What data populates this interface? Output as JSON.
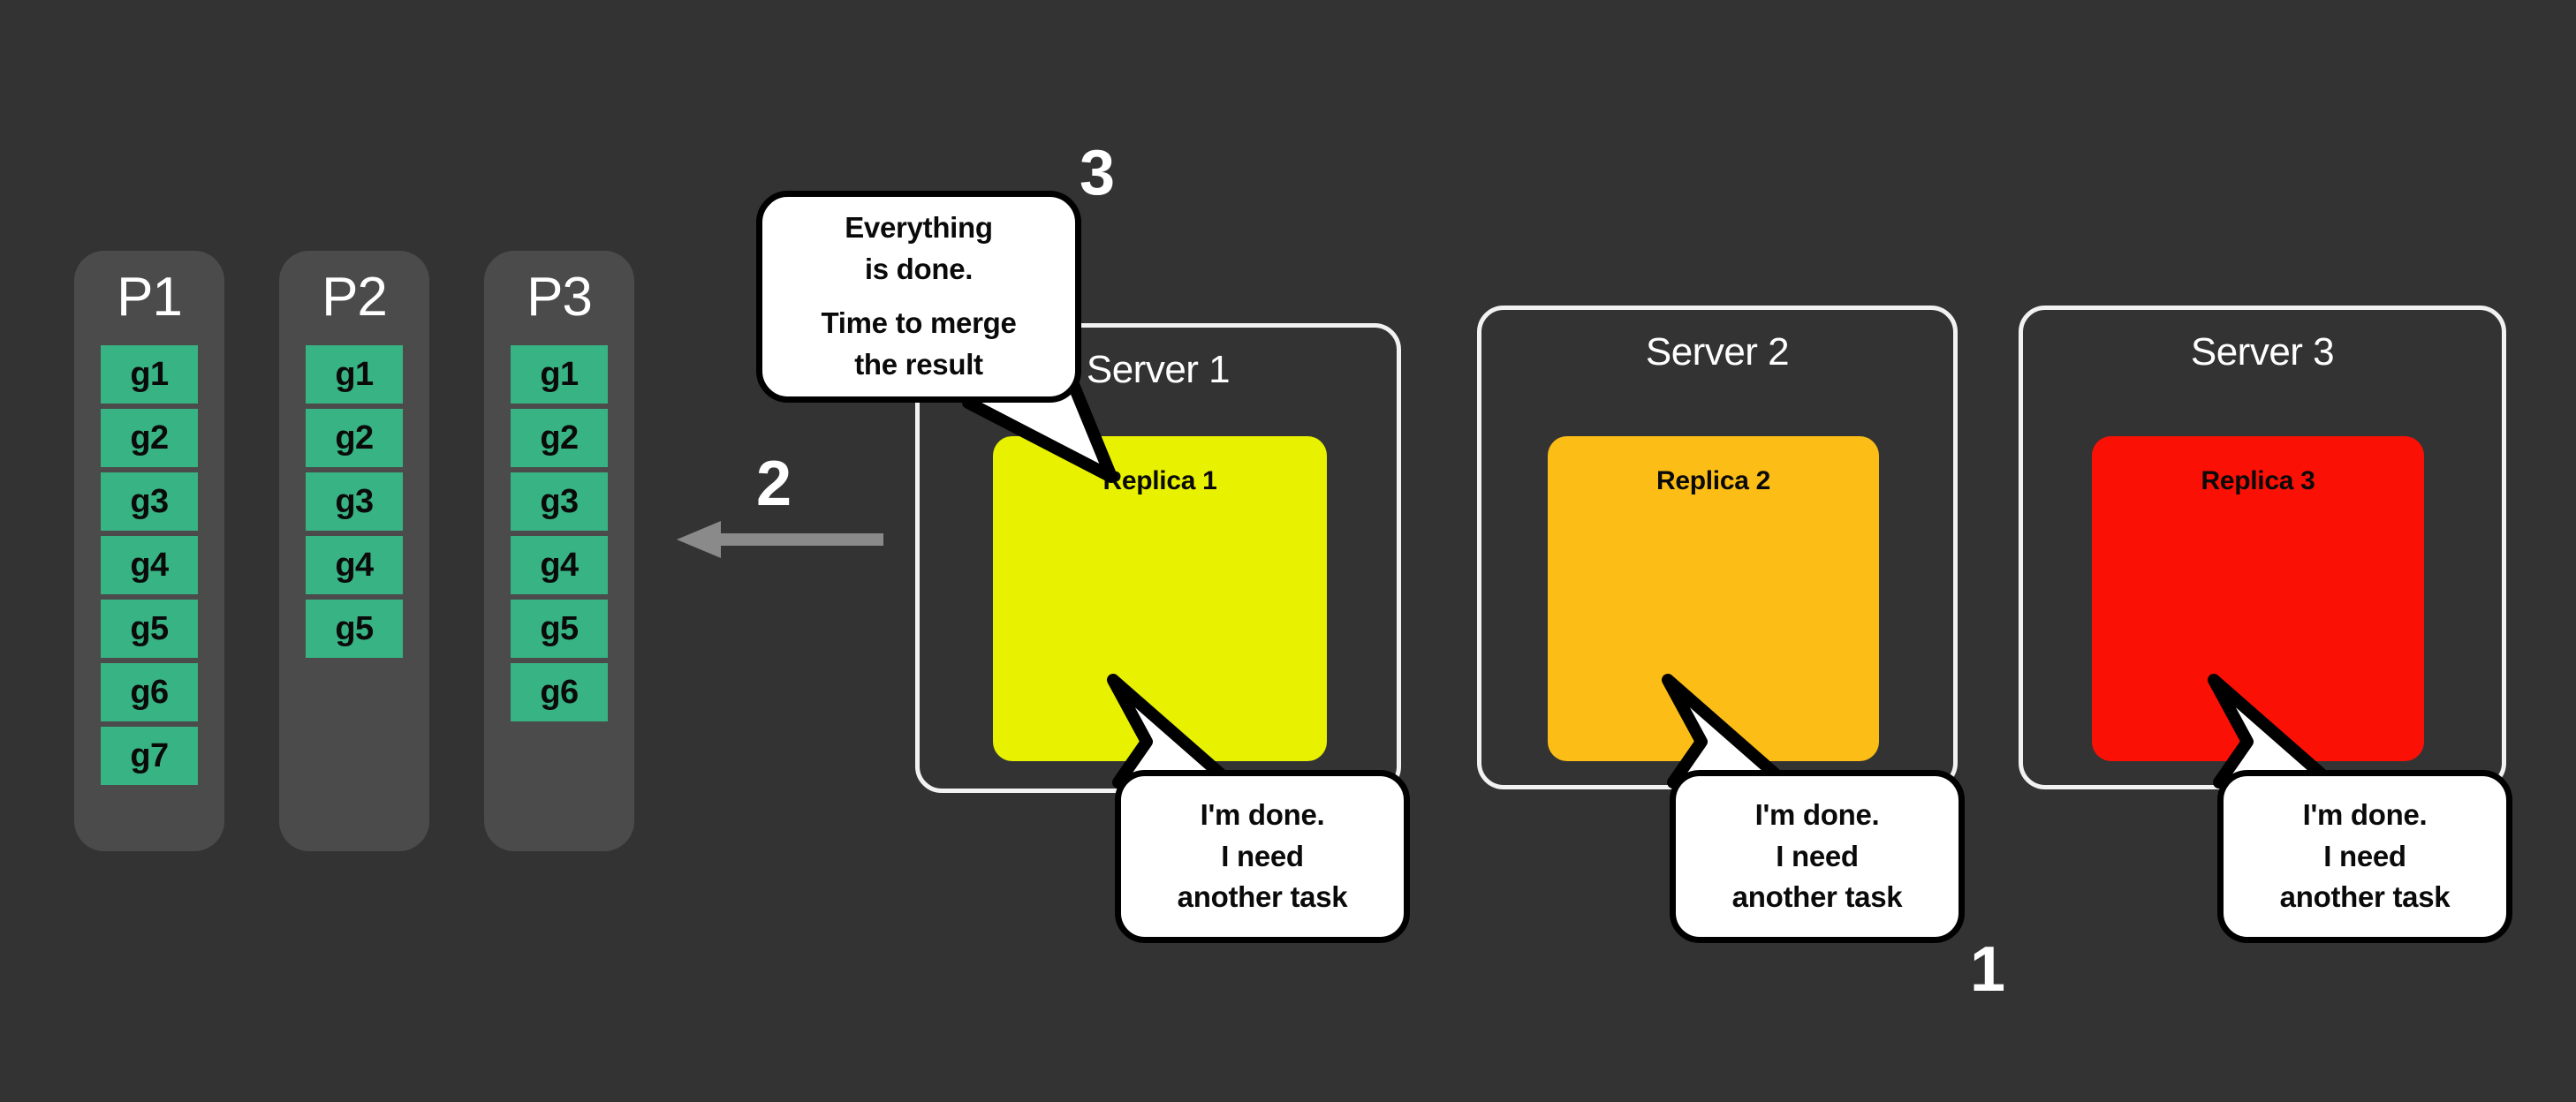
{
  "background_color": "#333333",
  "partitions": [
    {
      "label": "P1",
      "tasks": [
        "g1",
        "g2",
        "g3",
        "g4",
        "g5",
        "g6",
        "g7"
      ]
    },
    {
      "label": "P2",
      "tasks": [
        "g1",
        "g2",
        "g3",
        "g4",
        "g5"
      ]
    },
    {
      "label": "P3",
      "tasks": [
        "g1",
        "g2",
        "g3",
        "g4",
        "g5",
        "g6"
      ]
    }
  ],
  "partition_colors": {
    "column_bg": "#4B4B4B",
    "task_bg": "#38B383",
    "task_text": "#0A0A0A",
    "title_text": "#FFFFFF"
  },
  "arrow": {
    "direction": "left",
    "color": "#8A8A8A",
    "step_label": "2"
  },
  "servers": [
    {
      "title": "Server 1",
      "replica_label": "Replica 1",
      "replica_color": "#E8F100",
      "bubble": {
        "lines": [
          "I'm done.",
          "I need",
          "another task"
        ]
      }
    },
    {
      "title": "Server 2",
      "replica_label": "Replica 2",
      "replica_color": "#FCBE16",
      "bubble": {
        "lines": [
          "I'm done.",
          "I need",
          "another task"
        ]
      }
    },
    {
      "title": "Server 3",
      "replica_label": "Replica 3",
      "replica_color": "#FB1005",
      "bubble": {
        "lines": [
          "I'm done.",
          "I need",
          "another task"
        ]
      }
    }
  ],
  "merge_bubble": {
    "lines": [
      "Everything",
      "is done.",
      "Time to merge",
      "the result"
    ],
    "step_label": "3"
  },
  "step_numbers": {
    "one": "1",
    "two": "2",
    "three": "3"
  },
  "server_border_color": "#F2F2F2",
  "server_title_color": "#FFFFFF"
}
